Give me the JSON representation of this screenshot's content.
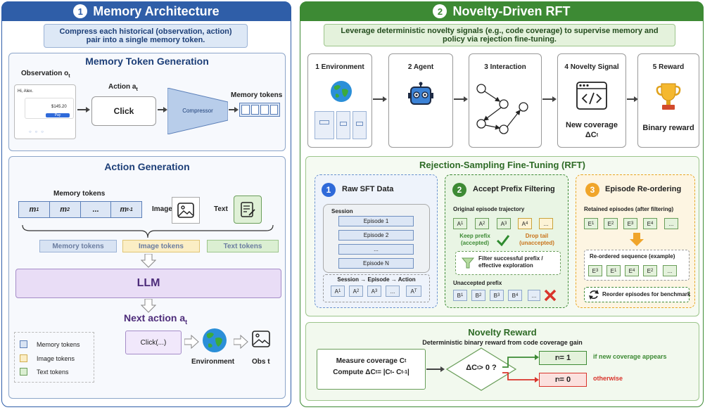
{
  "left": {
    "num": "1",
    "title": "Memory Architecture",
    "intro": "Compress each historical (observation, action) pair into a single memory token.",
    "mtg": {
      "title": "Memory Token Generation",
      "obs_label": "Observation o",
      "obs_sub": "t",
      "phone_greeting": "Hi, Alex.",
      "phone_amount": "$145.20",
      "phone_pay": "Pay",
      "action_label": "Action a",
      "action_sub": "t",
      "click": "Click",
      "compressor": "Compressor",
      "mem_tokens": "Memory tokens"
    },
    "ag": {
      "title": "Action Generation",
      "mem_tokens": "Memory tokens",
      "m1": "m",
      "m1s": "1",
      "m2": "m",
      "m2s": "2",
      "dots": "...",
      "mt": "m",
      "mts": "t-1",
      "image": "Image",
      "text": "Text",
      "band_mem": "Memory tokens",
      "band_img": "Image tokens",
      "band_txt": "Text tokens",
      "llm": "LLM",
      "next": "Next action a",
      "next_sub": "t",
      "click_fn": "Click(...)",
      "environment": "Environment",
      "obs": "Obs t",
      "legend": [
        "Memory tokens",
        "Image tokens",
        "Text tokens"
      ]
    }
  },
  "right": {
    "num": "2",
    "title": "Novelty-Driven RFT",
    "intro": "Leverage deterministic novelty signals (e.g., code coverage) to supervise memory and policy via rejection fine-tuning.",
    "steps": [
      "1 Environment",
      "2 Agent",
      "3 Interaction",
      "4 Novelty Signal",
      "5 Reward"
    ],
    "new_coverage": "New coverage",
    "delta_c": "ΔC",
    "delta_sub": "t",
    "binary_reward": "Binary reward",
    "rft": {
      "title": "Rejection-Sampling Fine-Tuning (RFT)",
      "p1": {
        "num": "1",
        "title": "Raw SFT Data",
        "session": "Session",
        "episodes": [
          "Episode 1",
          "Episode 2",
          "...",
          "Episode N"
        ],
        "chain": "Session → Episode → Action",
        "actions": [
          "A1",
          "A2",
          "A3",
          "...",
          "AT"
        ]
      },
      "p2": {
        "num": "2",
        "title": "Accept Prefix Filtering",
        "orig": "Original episode trajectory",
        "actions": [
          "A1",
          "A2",
          "A3",
          "A4",
          "..."
        ],
        "keep": "Keep prefix (accepted)",
        "drop": "Drop tail (unaccepted)",
        "filter": "Filter successful prefix / effective exploration",
        "unaccepted": "Unaccepted prefix",
        "bs": [
          "B1",
          "B2",
          "B3",
          "B4",
          "..."
        ]
      },
      "p3": {
        "num": "3",
        "title": "Episode Re-ordering",
        "retained": "Retained episodes (after filtering)",
        "es": [
          "E1",
          "E2",
          "E3",
          "E4",
          "..."
        ],
        "reordered": "Re-ordered sequence (example)",
        "res": [
          "E3",
          "E1",
          "E4",
          "E2",
          "..."
        ],
        "reorder": "Reorder episodes for benchmark"
      }
    },
    "nr": {
      "title": "Novelty Reward",
      "subtitle": "Deterministic binary reward from code coverage gain",
      "measure": "Measure coverage C",
      "measure_sub": "t",
      "compute": "Compute ΔC",
      "compute_sub": "t",
      "compute_rest": " = |C",
      "compute_sub2": "t",
      "compute_rest2": " - C",
      "compute_sub3": "t-1",
      "compute_end": "|",
      "cond": "ΔC",
      "cond_sub": "t",
      "cond_rest": " > 0 ?",
      "r1": "r",
      "r1_sub": "t",
      "r1_rest": " = 1",
      "r0": "r",
      "r0_sub": "t",
      "r0_rest": " = 0",
      "if_new": "if new coverage appears",
      "otherwise": "otherwise"
    }
  },
  "colors": {
    "blue_header": "#2f5ea8",
    "green_header": "#3d8a34",
    "llm": "#e8dcf5",
    "red": "#d9342b"
  }
}
